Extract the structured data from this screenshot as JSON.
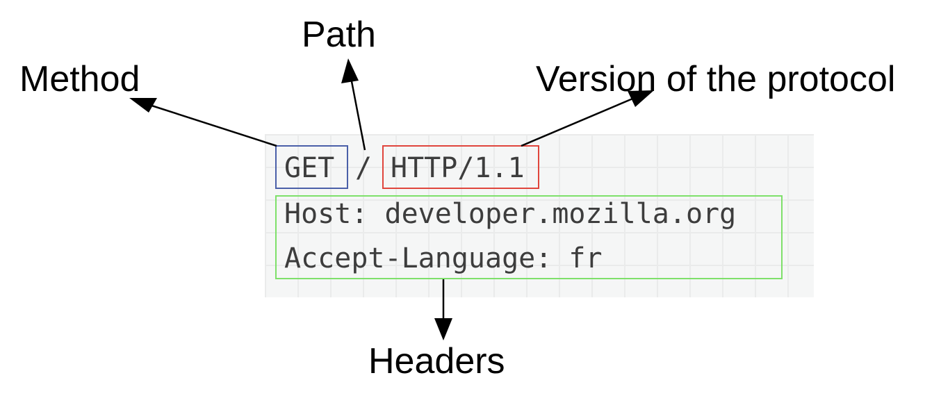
{
  "labels": {
    "method": "Method",
    "path": "Path",
    "version": "Version of the protocol",
    "headers": "Headers"
  },
  "request": {
    "method": "GET",
    "path": "/",
    "version": "HTTP/1.1",
    "headers": [
      "Host: developer.mozilla.org",
      "Accept-Language: fr"
    ]
  },
  "colors": {
    "method_box": "#4a5fa8",
    "version_box": "#e0453c",
    "headers_box": "#7ee06a",
    "panel_background": "#f5f6f6",
    "code_text": "#3d3d3d"
  }
}
